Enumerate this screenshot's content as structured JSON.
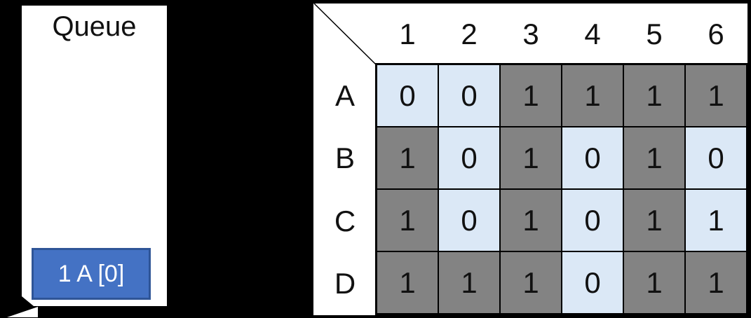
{
  "queue_panel": {
    "title": "Queue",
    "items": [
      {
        "label": "1 A [0]"
      }
    ]
  },
  "matrix_panel": {
    "column_headers": [
      "1",
      "2",
      "3",
      "4",
      "5",
      "6"
    ],
    "rows": [
      {
        "label": "A",
        "cells": [
          {
            "value": "0",
            "state": "visited"
          },
          {
            "value": "0",
            "state": "visited"
          },
          {
            "value": "1",
            "state": "unvisited"
          },
          {
            "value": "1",
            "state": "unvisited"
          },
          {
            "value": "1",
            "state": "unvisited"
          },
          {
            "value": "1",
            "state": "unvisited"
          }
        ]
      },
      {
        "label": "B",
        "cells": [
          {
            "value": "1",
            "state": "unvisited"
          },
          {
            "value": "0",
            "state": "visited"
          },
          {
            "value": "1",
            "state": "unvisited"
          },
          {
            "value": "0",
            "state": "visited"
          },
          {
            "value": "1",
            "state": "unvisited"
          },
          {
            "value": "0",
            "state": "visited"
          }
        ]
      },
      {
        "label": "C",
        "cells": [
          {
            "value": "1",
            "state": "unvisited"
          },
          {
            "value": "0",
            "state": "visited"
          },
          {
            "value": "1",
            "state": "unvisited"
          },
          {
            "value": "0",
            "state": "visited"
          },
          {
            "value": "1",
            "state": "unvisited"
          },
          {
            "value": "1",
            "state": "visited"
          }
        ]
      },
      {
        "label": "D",
        "cells": [
          {
            "value": "1",
            "state": "unvisited"
          },
          {
            "value": "1",
            "state": "unvisited"
          },
          {
            "value": "1",
            "state": "unvisited"
          },
          {
            "value": "0",
            "state": "visited"
          },
          {
            "value": "1",
            "state": "unvisited"
          },
          {
            "value": "1",
            "state": "unvisited"
          }
        ]
      }
    ]
  },
  "colors": {
    "background": "#000000",
    "panel": "#ffffff",
    "queue_item_fill": "#4472c4",
    "queue_item_border": "#2f5597",
    "visited_cell": "#dbe8f6",
    "unvisited_cell": "#838383",
    "grid_line": "#000000",
    "text": "#111111"
  }
}
